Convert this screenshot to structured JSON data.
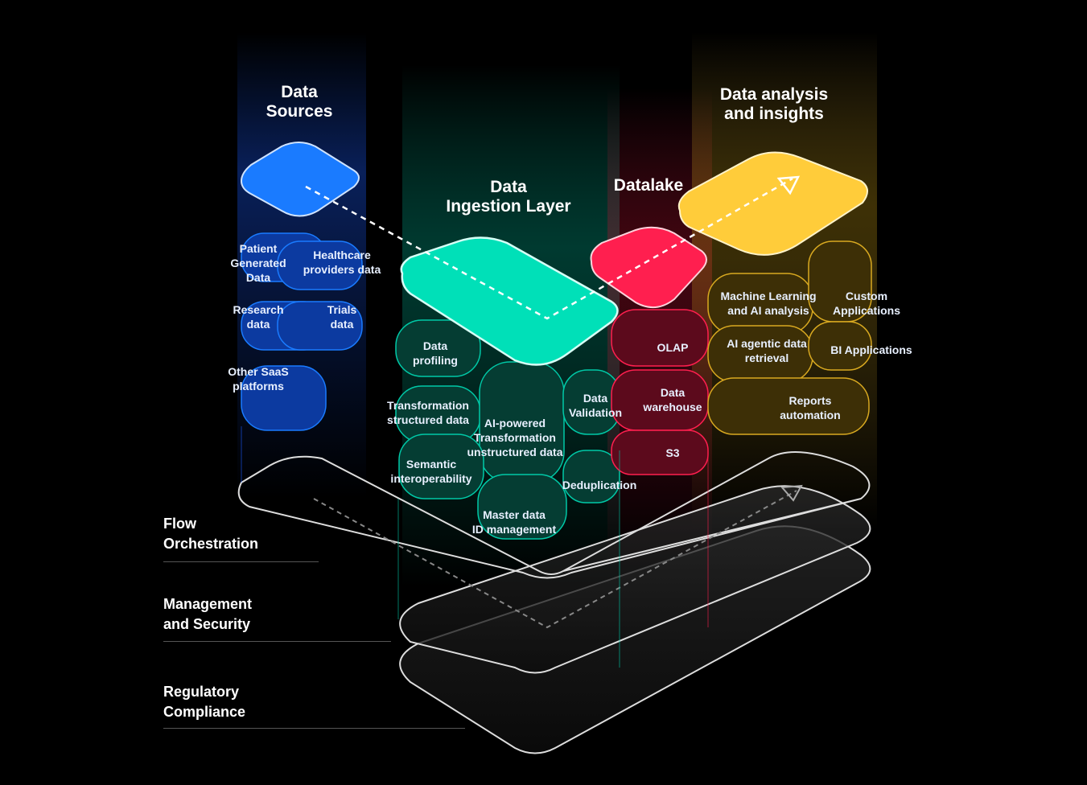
{
  "columns": {
    "sources": {
      "title": "Data\nSources",
      "color": "#1a7bff",
      "items": [
        "Patient\nGenerated\nData",
        "Healthcare\nproviders data",
        "Research\ndata",
        "Trials\ndata",
        "Other SaaS\nplatforms"
      ]
    },
    "ingestion": {
      "title": "Data\nIngestion Layer",
      "color": "#00e0b8",
      "items": [
        "Data\nprofiling",
        "Transformation\nstructured data",
        "Data\nValidation",
        "AI-powered\nTransformation\nunstructured data",
        "Semantic\ninteroperability",
        "Deduplication",
        "Master data\nID management"
      ]
    },
    "datalake": {
      "title": "Datalake",
      "color": "#ff1f4f",
      "items": [
        "OLAP",
        "Data\nwarehouse",
        "S3"
      ]
    },
    "analysis": {
      "title": "Data analysis\nand insights",
      "color": "#ffcc3a",
      "items": [
        "Machine Learning\nand AI analysis",
        "Custom\nApplications",
        "AI agentic data\nretrieval",
        "BI Applications",
        "Reports\nautomation"
      ]
    }
  },
  "layers": [
    "Flow\nOrchestration",
    "Management\nand Security",
    "Regulatory\nCompliance"
  ]
}
